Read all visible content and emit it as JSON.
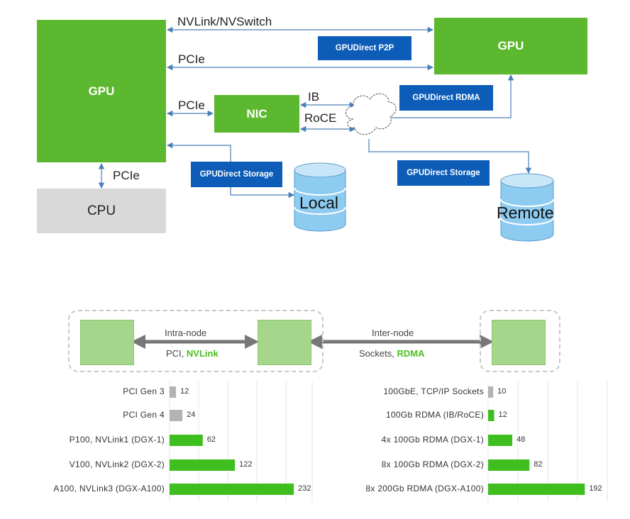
{
  "top_diagram": {
    "gpu_left": "GPU",
    "gpu_right": "GPU",
    "cpu": "CPU",
    "nic": "NIC",
    "link_nvlink": "NVLink/NVSwitch",
    "link_pcie_top": "PCIe",
    "link_pcie_nic": "PCIe",
    "link_pcie_cpu": "PCIe",
    "ib": "IB",
    "roce": "RoCE",
    "tag_p2p": "GPUDirect P2P",
    "tag_rdma": "GPUDirect RDMA",
    "tag_storage_local": "GPUDirect Storage",
    "tag_storage_remote": "GPUDirect Storage",
    "local": "Local",
    "remote": "Remote",
    "colors": {
      "green": "#5cb82e",
      "blue": "#0c5cb8",
      "gray": "#d9d9d9",
      "storage": "#8ecbf0"
    }
  },
  "bottom_diagram": {
    "intra_title": "Intra-node",
    "intra_sub_prefix": "PCI, ",
    "intra_sub_highlight": "NVLink",
    "inter_title": "Inter-node",
    "inter_sub_prefix": "Sockets, ",
    "inter_sub_highlight": "RDMA",
    "colors": {
      "bar_green": "#3fbf1f",
      "bar_gray": "#b3b3b3"
    }
  },
  "chart_data": [
    {
      "type": "bar",
      "orientation": "horizontal",
      "categories": [
        "PCI Gen 3",
        "PCI Gen 4",
        "P100, NVLink1 (DGX-1)",
        "V100, NVLink2 (DGX-2)",
        "A100, NVLink3 (DGX-A100)"
      ],
      "values": [
        12,
        24,
        62,
        122,
        232
      ],
      "value_labels": [
        "12",
        "24",
        "62",
        "122",
        "232"
      ],
      "bar_colors": [
        "gray",
        "gray",
        "green",
        "green",
        "green"
      ],
      "xlim": [
        0,
        250
      ]
    },
    {
      "type": "bar",
      "orientation": "horizontal",
      "categories": [
        "100GbE, TCP/IP Sockets",
        "100Gb RDMA (IB/RoCE)",
        "4x 100Gb RDMA (DGX-1)",
        "8x 100Gb RDMA (DGX-2)",
        "8x 200Gb RDMA (DGX-A100)"
      ],
      "values": [
        10,
        12,
        48,
        82,
        192
      ],
      "value_labels": [
        "10",
        "12",
        "48",
        "82",
        "192"
      ],
      "bar_colors": [
        "gray",
        "green",
        "green",
        "green",
        "green"
      ],
      "xlim": [
        0,
        200
      ]
    }
  ]
}
